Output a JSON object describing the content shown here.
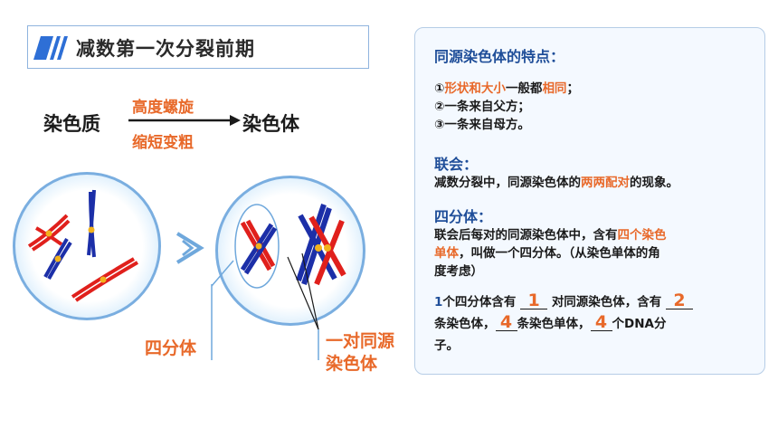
{
  "title": "减数第一次分裂前期",
  "transform": {
    "from": "染色质",
    "to": "染色体",
    "step1": "高度螺旋",
    "step2": "缩短变粗"
  },
  "labels": {
    "tetrad": "四分体",
    "pair_line1": "一对同源",
    "pair_line2": "染色体"
  },
  "panel": {
    "heading1": "同源染色体的特点：",
    "f1_prefix": "①",
    "f1_hl1": "形状和大小",
    "f1_mid": "一般都",
    "f1_hl2": "相同",
    "f1_end": "；",
    "f2": "②一条来自父方；",
    "f3": "③一条来自母方。",
    "heading2": "联会：",
    "synapsis_pre": "减数分裂中，同源染色体的",
    "synapsis_hl": "两两配对",
    "synapsis_post": "的现象。",
    "heading3": "四分体：",
    "tetrad_pre": "联会后每对的同源染色体中，含有",
    "tetrad_hl1": "四个染色",
    "tetrad_hl2": "单体",
    "tetrad_post1": "，叫做一个四分体。（从染色单体的角",
    "tetrad_post2": "度考虑）",
    "q_num": "1",
    "q_a": "个四分体含有",
    "blank1": "1",
    "q_b": "对同源染色体，含有",
    "blank2": "2",
    "q_c": "条染色体，",
    "blank3": "4",
    "q_d": "条染色单体，",
    "blank4": "4",
    "q_e": "个DNA分",
    "q_f": "子。"
  },
  "colors": {
    "accent_orange": "#e8692a",
    "heading_blue": "#1f4e99",
    "chromosome_red": "#e0201c",
    "chromosome_blue": "#1c2fa8",
    "centromere_yellow": "#f2b21c"
  }
}
